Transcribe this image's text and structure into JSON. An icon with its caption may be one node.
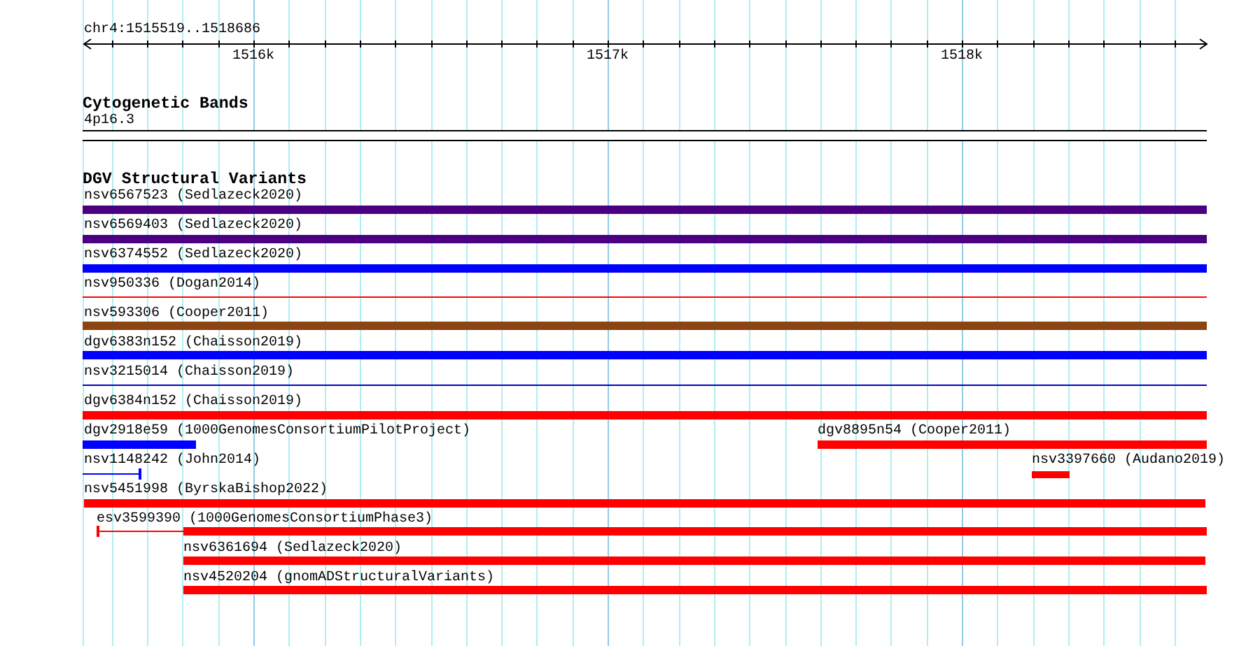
{
  "diagram": {
    "nodes": [
      {
        "text": [
          "4p16.3"
        ]
      },
      {
        "text": [
          "nsv6567523 (Sedlazeck2020)"
        ]
      },
      {
        "text": [
          "nsv6569403 (Sedlazeck2020)"
        ]
      },
      {
        "text": [
          "nsv6374552 (Sedlazeck2020)"
        ]
      },
      {
        "text": [
          "nsv950336 (Dogan2014)"
        ]
      },
      {
        "text": [
          "nsv593306 (Cooper2011)"
        ]
      },
      {
        "text": [
          "dgv6383n152 (Chaisson2019)"
        ]
      },
      {
        "text": [
          "nsv3215014 (Chaisson2019)"
        ]
      },
      {
        "text": [
          "dgv6384n152 (Chaisson2019)"
        ]
      },
      {
        "text": [
          "dgv2918e59 (1000GenomesConsortiumPilotProject)"
        ]
      },
      {
        "text": [
          "dgv8895n54 (Cooper2011)"
        ]
      },
      {
        "text": [
          "nsv1148242 (John2014)"
        ]
      },
      {
        "text": [
          "nsv3397660 (Audano2019)"
        ]
      },
      {
        "text": [
          "nsv5451998 (ByrskaBishop2022)"
        ]
      },
      {
        "text": [
          "esv3599390 (1000GenomesConsortiumPhase3)"
        ]
      },
      {
        "text": [
          "nsv6361694 (Sedlazeck2020)"
        ]
      },
      {
        "text": [
          "nsv4520204 (gnomADStructuralVariants)"
        ]
      }
    ],
    "labels": [
      "chr4:1515519..1518686",
      "1516k",
      "1517k",
      "1518k",
      "Cytogenetic Bands",
      "DGV Structural Variants"
    ]
  }
}
